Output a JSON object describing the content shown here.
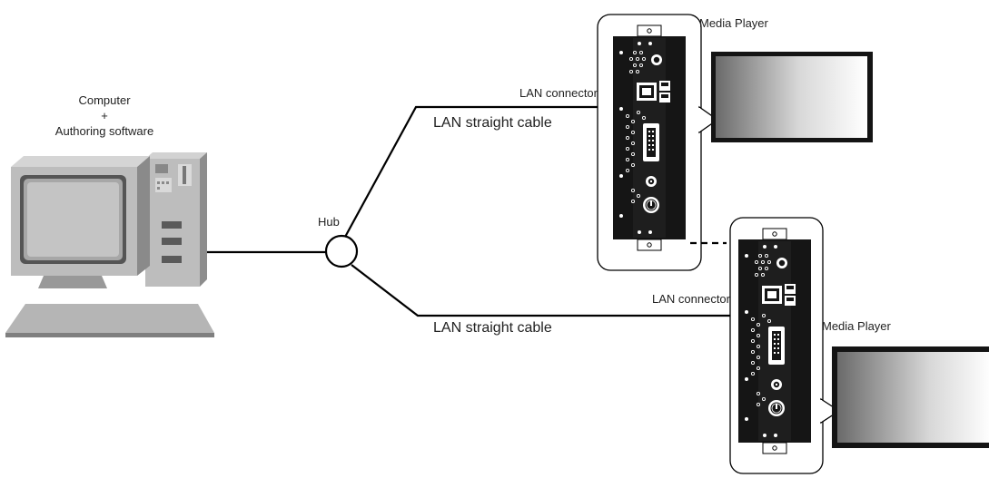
{
  "computer": {
    "label_line1": "Computer",
    "label_line2": "+",
    "label_line3": "Authoring software"
  },
  "hub": {
    "label": "Hub"
  },
  "cables": [
    {
      "label": "LAN straight cable"
    },
    {
      "label": "LAN straight cable"
    }
  ],
  "players": [
    {
      "label": "Media Player",
      "connector_label": "LAN connector"
    },
    {
      "label": "Media Player",
      "connector_label": "LAN connector"
    }
  ],
  "colors": {
    "line": "#000000",
    "device_dark": "#1a1a1a",
    "computer_gray": "#b5b5b5"
  }
}
